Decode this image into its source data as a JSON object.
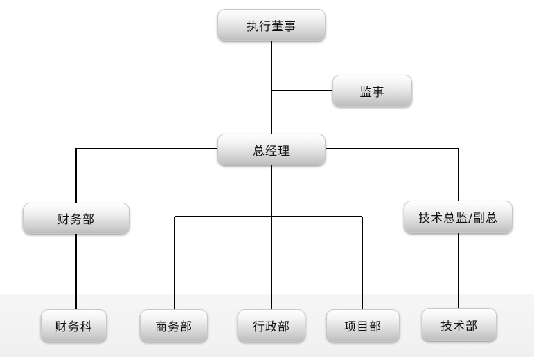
{
  "org_chart": {
    "nodes": {
      "executive_director": "执行董事",
      "supervisor": "监事",
      "general_manager": "总经理",
      "finance_department": "财务部",
      "technical_director": "技术总监/副总",
      "finance_section": "财务科",
      "business_department": "商务部",
      "administration_department": "行政部",
      "project_department": "项目部",
      "technical_department": "技术部"
    },
    "relations": [
      {
        "from": "executive_director",
        "to": "supervisor"
      },
      {
        "from": "executive_director",
        "to": "general_manager"
      },
      {
        "from": "general_manager",
        "to": "finance_department"
      },
      {
        "from": "general_manager",
        "to": "technical_director"
      },
      {
        "from": "general_manager",
        "to": "business_department"
      },
      {
        "from": "general_manager",
        "to": "administration_department"
      },
      {
        "from": "general_manager",
        "to": "project_department"
      },
      {
        "from": "finance_department",
        "to": "finance_section"
      },
      {
        "from": "technical_director",
        "to": "technical_department"
      }
    ]
  },
  "style": {
    "line_color": "#000000",
    "node_border_color": "#c8c8c8",
    "text_color": "#111111"
  }
}
